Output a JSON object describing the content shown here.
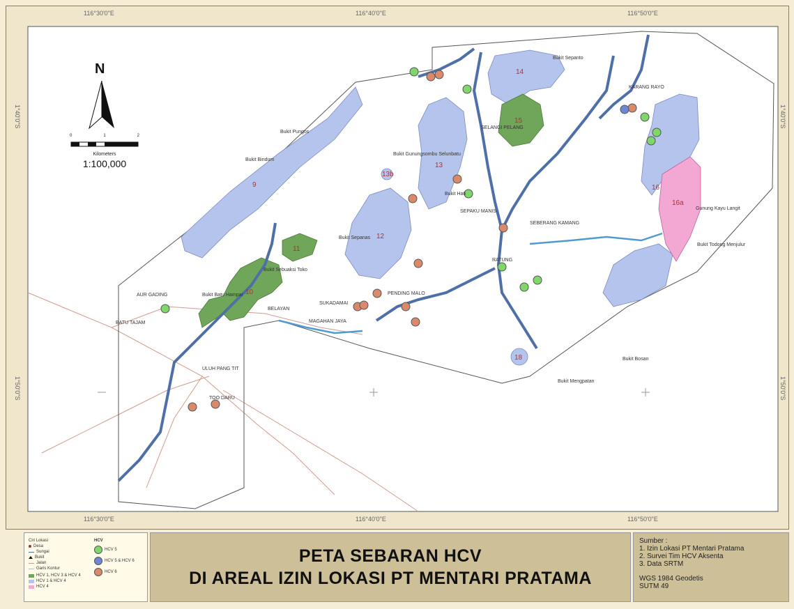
{
  "map": {
    "graticule": {
      "top": [
        "116°30'0\"E",
        "116°40'0\"E",
        "116°50'0\"E"
      ],
      "bottom": [
        "116°30'0\"E",
        "116°40'0\"E",
        "116°50'0\"E"
      ],
      "left": [
        "1°40'0\"S",
        "1°50'0\"S"
      ],
      "right": [
        "1°40'0\"S",
        "1°50'0\"S"
      ]
    },
    "north_label": "N",
    "scale": {
      "unit": "Kilometers",
      "ticks": [
        "0",
        "1",
        "2"
      ],
      "ratio": "1:100,000"
    },
    "places": [
      "Bukit Sepanto",
      "KARANG RAYO",
      "Bukit Pungos",
      "Bukit Bindum",
      "Bukit Gunungsombu Selunbatu",
      "SELANGI PELANG",
      "Bukit Hati",
      "SEPAKU MANIS",
      "SEBERANG KAMANG",
      "Bukit Sepanas",
      "Gunung Kayu Langit",
      "Bukit Todong Menjulur",
      "Bukit Sebuaksi Toko",
      "Bukit Batu Hampar",
      "RATUNG",
      "AUR GADING",
      "BATU TAJAM",
      "BELAYAN",
      "SUKADAMAI",
      "PENDING MALO",
      "MAGAHAN JAYA",
      "ULUH PANG TIT",
      "TOO DARU",
      "Bukit Bosan",
      "Bukit Mengpatan"
    ],
    "zones": [
      "9",
      "10",
      "11",
      "12",
      "13",
      "13b",
      "14",
      "15",
      "16",
      "16a",
      "18"
    ],
    "colors": {
      "hcv_blue": "#b5c4ec",
      "hcv_green": "#6fa65a",
      "hcv_pink": "#f2a8d2",
      "river": "#4f6fa8",
      "road": "#d19a8f"
    }
  },
  "legend": {
    "title_left": "Ciri Lokasi",
    "items_left": [
      "Desa",
      "Sungai",
      "Bukit",
      "Jalan",
      "Garis Kontur"
    ],
    "items_left_extra": [
      "HCV 1, HCV 3 & HCV 4",
      "HCV 1 & HCV 4",
      "HCV 4"
    ],
    "title_right": "HCV",
    "items_right": [
      "HCV 5",
      "HCV 5 & HCV 6",
      "HCV 6"
    ]
  },
  "title": {
    "line1": "PETA SEBARAN HCV",
    "line2": "DI AREAL IZIN LOKASI PT MENTARI PRATAMA"
  },
  "source": {
    "heading": "Sumber :",
    "lines": [
      "1. Izin Lokasi PT Mentari Pratama",
      "2. Survei Tim HCV Aksenta",
      "3. Data SRTM"
    ],
    "projection": [
      "WGS 1984 Geodetis",
      "SUTM 49"
    ]
  }
}
